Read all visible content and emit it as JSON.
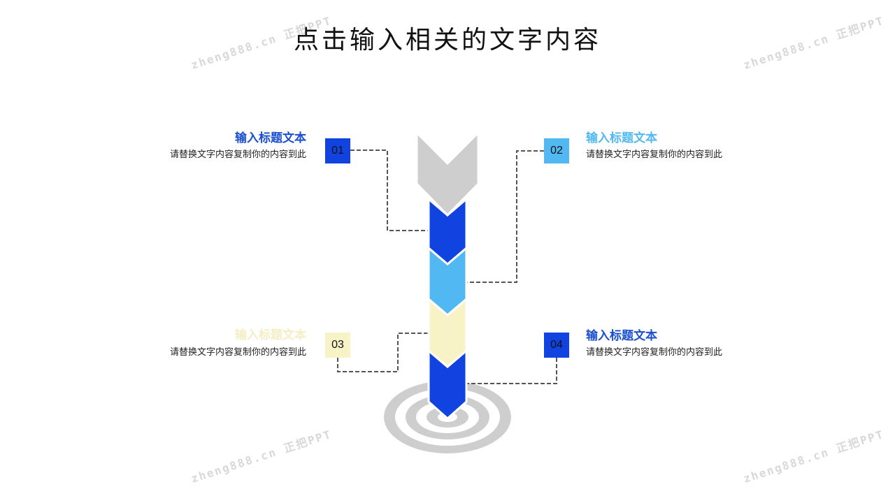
{
  "title": "点击输入相关的文字内容",
  "watermark": "zheng888.cn 正把PPT",
  "colors": {
    "blue": "#1043e0",
    "light_blue": "#52b8f2",
    "cream": "#f8f3c6",
    "gray": "#cfcecf"
  },
  "items": [
    {
      "number": "01",
      "heading": "输入标题文本",
      "desc": "请替换文字内容复制你的内容到此"
    },
    {
      "number": "02",
      "heading": "输入标题文本",
      "desc": "请替换文字内容复制你的内容到此"
    },
    {
      "number": "03",
      "heading": "输入标题文本",
      "desc": "请替换文字内容复制你的内容到此"
    },
    {
      "number": "04",
      "heading": "输入标题文本",
      "desc": "请替换文字内容复制你的内容到此"
    }
  ]
}
